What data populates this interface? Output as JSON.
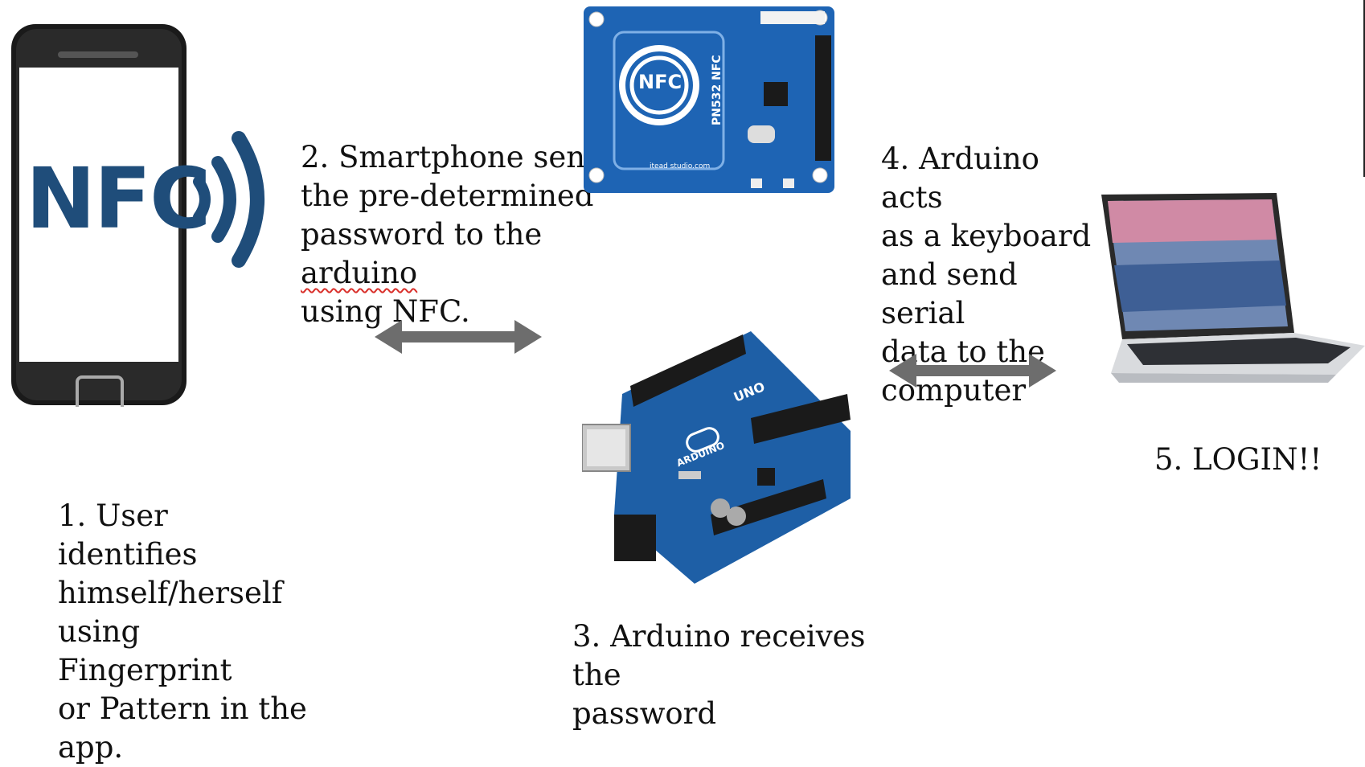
{
  "diagram": {
    "steps": {
      "step1": "1. User identifies\nhimself/herself\nusing Fingerprint\nor Pattern in the\napp.",
      "step2_a": "2. Smartphone sends\nthe pre-determined\npassword to the ",
      "step2_word": "arduino",
      "step2_b": "\nusing NFC.",
      "step3": "3. Arduino receives the\npassword",
      "step4": "4. Arduino acts\nas a keyboard\nand send serial\ndata to the\ncomputer",
      "step5": "5. LOGIN!!"
    },
    "phone": {
      "nfc_text": "NFC",
      "icon": "nfc-wave-icon"
    },
    "nfc_module": {
      "logo_text": "NFC",
      "side_label": "PN532 NFC",
      "brand_text": "itead studio.com"
    },
    "arduino": {
      "brand_text": "ARDUINO",
      "model_text": "UNO"
    },
    "laptop": {
      "icon": "laptop-icon"
    },
    "arrows": [
      "double-arrow-icon",
      "double-arrow-icon"
    ],
    "colors": {
      "arrow": "#6d6d6d",
      "nfc_blue": "#1f4d7a",
      "board_blue": "#1e5fa6"
    }
  }
}
